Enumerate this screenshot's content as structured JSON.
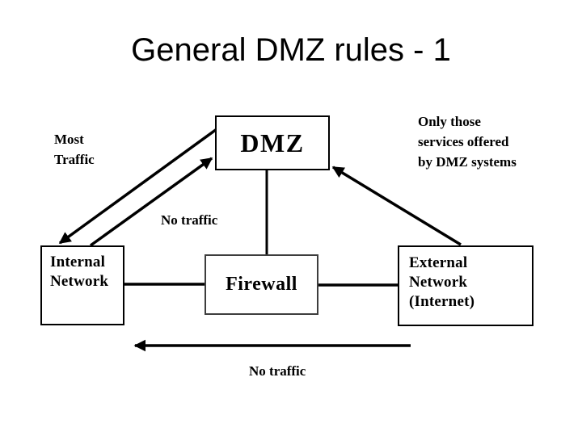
{
  "title": "General DMZ rules - 1",
  "nodes": {
    "dmz": {
      "label": "DMZ"
    },
    "internal": {
      "lines": [
        "Internal",
        "Network"
      ]
    },
    "firewall": {
      "label": "Firewall"
    },
    "external": {
      "lines": [
        "External",
        "Network",
        "(Internet)"
      ]
    }
  },
  "annotations": {
    "most_traffic": {
      "lines": [
        "Most",
        "Traffic"
      ]
    },
    "dmz_services": {
      "lines": [
        "Only those",
        "services offered",
        "by DMZ systems"
      ]
    },
    "no_traffic_middle": "No traffic",
    "no_traffic_bottom": "No traffic"
  },
  "colors": {
    "background": "#ffffff",
    "line": "#000000",
    "text": "#000000"
  }
}
